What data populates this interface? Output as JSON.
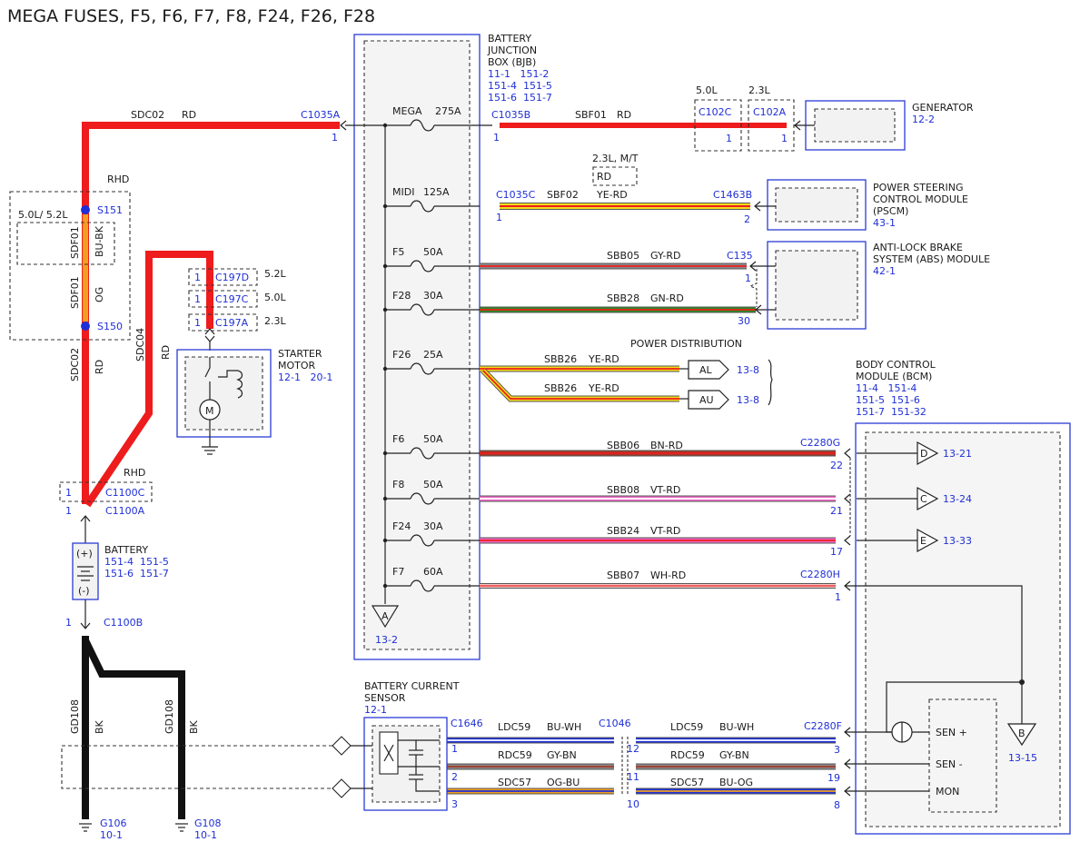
{
  "title": "MEGA FUSES, F5, F6, F7, F8, F24, F26, F28",
  "bjb": {
    "name_lines": [
      "BATTERY",
      "JUNCTION",
      "BOX (BJB)"
    ],
    "refs": [
      "11-1   151-2",
      "151-4  151-5",
      "151-6  151-7"
    ],
    "bottom_ref": "13-2",
    "ground_arrow": "A"
  },
  "fuses": [
    {
      "name": "MEGA",
      "rating": "275A"
    },
    {
      "name": "MIDI",
      "rating": "125A"
    },
    {
      "name": "F5",
      "rating": "50A"
    },
    {
      "name": "F28",
      "rating": "30A"
    },
    {
      "name": "F26",
      "rating": "25A"
    },
    {
      "name": "F6",
      "rating": "50A"
    },
    {
      "name": "F8",
      "rating": "50A"
    },
    {
      "name": "F24",
      "rating": "30A"
    },
    {
      "name": "F7",
      "rating": "60A"
    }
  ],
  "connectors": {
    "c1035a": "C1035A",
    "c1035a_pin": "1",
    "c1035b": "C1035B",
    "c1035b_pin": "1",
    "c1035c": "C1035C",
    "c1035c_pin": "1",
    "c102c": "C102C",
    "c102c_pin": "1",
    "c102a": "C102A",
    "c102a_pin": "1",
    "c1463b": "C1463B",
    "c1463b_pin": "2",
    "c135": "C135",
    "c135_pin_a": "1",
    "c135_pin_b": "30",
    "c2280g": "C2280G",
    "c2280g_pins": [
      "22",
      "21",
      "17"
    ],
    "c2280h": "C2280H",
    "c2280h_pin": "1",
    "c2280f": "C2280F",
    "c2280f_pins": [
      "3",
      "19",
      "8"
    ],
    "c1646": "C1646",
    "c1646_pins": [
      "1",
      "2",
      "3"
    ],
    "c1046": "C1046",
    "c1046_pins": [
      "12",
      "11",
      "10"
    ],
    "c1100c": "C1100C",
    "c1100c_pin": "1",
    "c1100a": "C1100A",
    "c1100a_pin": "1",
    "c1100b": "C1100B",
    "c1100b_pin": "1",
    "c197d": "C197D",
    "c197d_pin": "1",
    "c197d_var": "5.2L",
    "c197c": "C197C",
    "c197c_pin": "1",
    "c197c_var": "5.0L",
    "c197a": "C197A",
    "c197a_pin": "1",
    "c197a_var": "2.3L"
  },
  "variants": {
    "v50": "5.0L",
    "v23": "2.3L",
    "mt": "2.3L, M/T",
    "mt_box": "RD",
    "rhd": "RHD",
    "rhd2": "RHD",
    "rhd_box": "5.0L/ 5.2L"
  },
  "circuits": {
    "sdc02_top": {
      "code": "SDC02",
      "color": "RD"
    },
    "sbf01": {
      "code": "SBF01",
      "color": "RD"
    },
    "sbf02": {
      "code": "SBF02",
      "color": "YE-RD"
    },
    "sbb05": {
      "code": "SBB05",
      "color": "GY-RD"
    },
    "sbb28": {
      "code": "SBB28",
      "color": "GN-RD"
    },
    "sbb26a": {
      "code": "SBB26",
      "color": "YE-RD"
    },
    "sbb26b": {
      "code": "SBB26",
      "color": "YE-RD"
    },
    "sbb06": {
      "code": "SBB06",
      "color": "BN-RD"
    },
    "sbb08": {
      "code": "SBB08",
      "color": "VT-RD"
    },
    "sbb24": {
      "code": "SBB24",
      "color": "VT-RD"
    },
    "sbb07": {
      "code": "SBB07",
      "color": "WH-RD"
    },
    "sdf01_a": {
      "code": "SDF01",
      "color": "BU-BK"
    },
    "sdf01_b": {
      "code": "SDF01",
      "color": "OG"
    },
    "sdc02_left": {
      "code": "SDC02",
      "color": "RD"
    },
    "sdc04": {
      "code": "SDC04",
      "color": "RD"
    },
    "gd108_a": {
      "code": "GD108",
      "color": "BK"
    },
    "gd108_b": {
      "code": "GD108",
      "color": "BK"
    },
    "ldc59_a": {
      "code": "LDC59",
      "color": "BU-WH"
    },
    "rdc59_a": {
      "code": "RDC59",
      "color": "GY-BN"
    },
    "sdc57_a": {
      "code": "SDC57",
      "color": "OG-BU"
    },
    "ldc59_b": {
      "code": "LDC59",
      "color": "BU-WH"
    },
    "rdc59_b": {
      "code": "RDC59",
      "color": "GY-BN"
    },
    "sdc57_b": {
      "code": "SDC57",
      "color": "BU-OG"
    }
  },
  "splices": {
    "s151": "S151",
    "s150": "S150"
  },
  "components": {
    "generator": {
      "name": "GENERATOR",
      "ref": "12-2"
    },
    "pscm": {
      "name_lines": [
        "POWER STEERING",
        "CONTROL MODULE",
        "(PSCM)"
      ],
      "ref": "43-1"
    },
    "abs": {
      "name_lines": [
        "ANTI-LOCK BRAKE",
        "SYSTEM (ABS) MODULE"
      ],
      "ref": "42-1"
    },
    "starter": {
      "name_lines": [
        "STARTER",
        "MOTOR"
      ],
      "refs": "12-1   20-1",
      "motor_symbol": "M"
    },
    "power_distribution": {
      "name": "POWER DISTRIBUTION",
      "al": "AL",
      "al_ref": "13-8",
      "au": "AU",
      "au_ref": "13-8"
    },
    "bcm": {
      "name_lines": [
        "BODY CONTROL",
        "MODULE (BCM)"
      ],
      "refs": [
        "11-4   151-4",
        "151-5  151-6",
        "151-7  151-32"
      ],
      "arrows": [
        {
          "letter": "D",
          "ref": "13-21"
        },
        {
          "letter": "C",
          "ref": "13-24"
        },
        {
          "letter": "E",
          "ref": "13-33"
        }
      ],
      "ground": {
        "letter": "B",
        "ref": "13-15"
      },
      "pins": [
        "SEN +",
        "SEN -",
        "MON"
      ]
    },
    "battery": {
      "name": "BATTERY",
      "refs": [
        "151-4  151-5",
        "151-6  151-7"
      ],
      "plus": "(+)",
      "minus": "(-)"
    },
    "bcs": {
      "name_lines": [
        "BATTERY CURRENT",
        "SENSOR"
      ],
      "ref": "12-1"
    },
    "ground_g106": {
      "name": "G106",
      "ref": "10-1"
    },
    "ground_g108": {
      "name": "G108",
      "ref": "10-1"
    }
  },
  "wire_colors": {
    "rd": "#ee1c1c",
    "og": "#f0a020",
    "ye": "#f2dc1a",
    "gy": "#8a8a8a",
    "gn": "#2e8a22",
    "bn": "#a33a2a",
    "vt": "#f06ac8",
    "wh": "#f4c8c8",
    "bu": "#1f2fd6",
    "bk": "#111111",
    "ref": "#1f2fd6"
  }
}
